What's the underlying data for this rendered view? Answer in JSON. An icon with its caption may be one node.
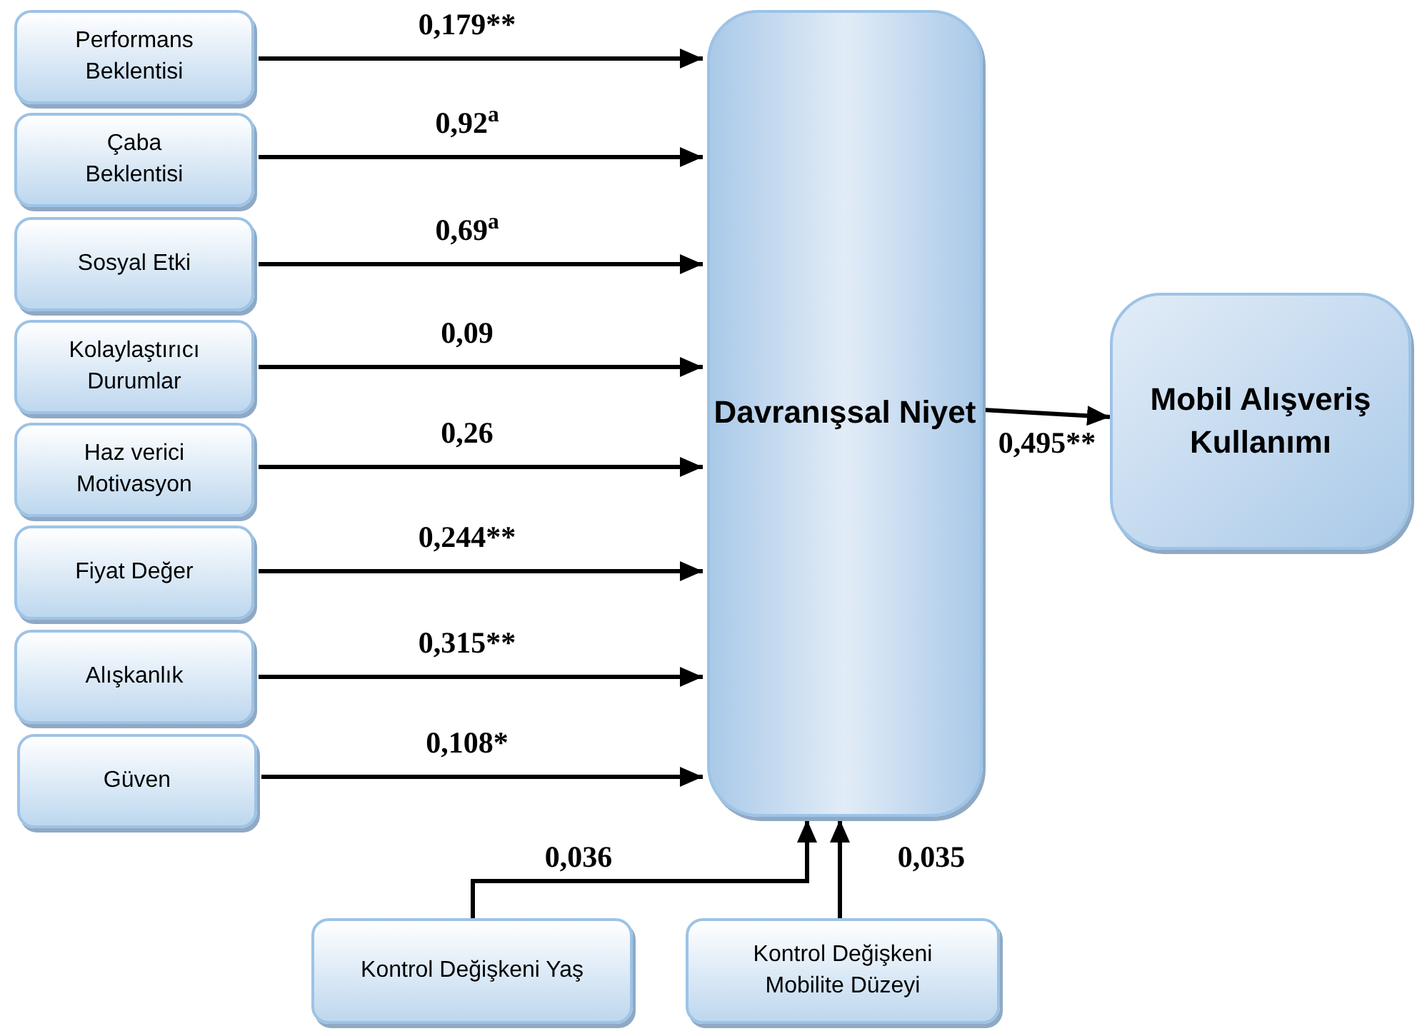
{
  "diagram": {
    "nodes": [
      {
        "text": [
          "Performans Beklentisi"
        ]
      },
      {
        "text": [
          "Çaba Beklentisi"
        ]
      },
      {
        "text": [
          "Sosyal Etki"
        ]
      },
      {
        "text": [
          "Kolaylaştırıcı Durumlar"
        ]
      },
      {
        "text": [
          "Haz verici Motivasyon"
        ]
      },
      {
        "text": [
          "Fiyat Değer"
        ]
      },
      {
        "text": [
          "Alışkanlık"
        ]
      },
      {
        "text": [
          "Güven"
        ]
      },
      {
        "text": [
          "Davranışsal Niyet"
        ]
      },
      {
        "text": [
          "Mobil Alışveriş Kullanımı"
        ]
      },
      {
        "text": [
          "Kontrol Değişkeni Yaş"
        ]
      },
      {
        "text": [
          "Kontrol Değişkeni Mobilite Düzeyi"
        ]
      }
    ],
    "edges": [
      {
        "from": 0,
        "to": 8,
        "arrow": "to",
        "label": "0,179**"
      },
      {
        "from": 1,
        "to": 8,
        "arrow": "to",
        "label": "0,92$^{a}$"
      },
      {
        "from": 2,
        "to": 8,
        "arrow": "to",
        "label": "0,69$^{a}$"
      },
      {
        "from": 3,
        "to": 8,
        "arrow": "to",
        "label": "0,09"
      },
      {
        "from": 4,
        "to": 8,
        "arrow": "to",
        "label": "0,26"
      },
      {
        "from": 5,
        "to": 8,
        "arrow": "to",
        "label": "0,244**"
      },
      {
        "from": 6,
        "to": 8,
        "arrow": "to",
        "label": "0,315**"
      },
      {
        "from": 7,
        "to": 8,
        "arrow": "to",
        "label": "0,108*"
      },
      {
        "from": 8,
        "to": 9,
        "arrow": "to",
        "label": "0,495**"
      },
      {
        "from": 10,
        "to": 8,
        "arrow": "to",
        "label": "0,036"
      },
      {
        "from": 11,
        "to": 8,
        "arrow": "to",
        "label": "0,035"
      }
    ]
  }
}
